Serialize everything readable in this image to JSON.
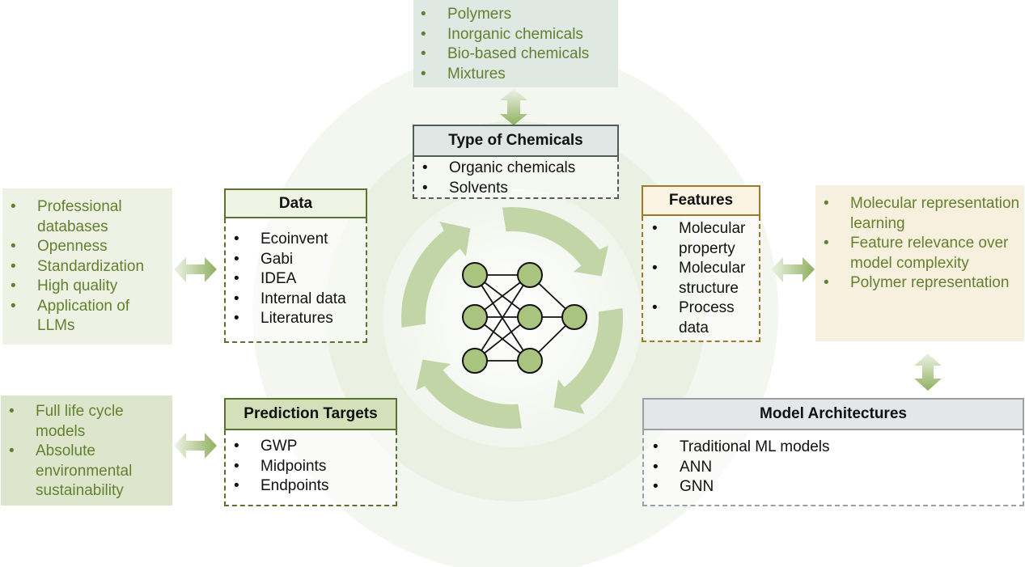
{
  "chemicals_ext": {
    "items": [
      "Polymers",
      "Inorganic chemicals",
      "Bio-based chemicals",
      "Mixtures"
    ]
  },
  "chemicals": {
    "title": "Type of Chemicals",
    "items": [
      "Organic chemicals",
      "Solvents"
    ]
  },
  "data_ext": {
    "items": [
      "Professional databases",
      "Openness",
      "Standardization",
      "High quality",
      "Application of LLMs"
    ]
  },
  "data": {
    "title": "Data",
    "items": [
      "Ecoinvent",
      "Gabi",
      "IDEA",
      "Internal data",
      "Literatures"
    ]
  },
  "targets_ext": {
    "items": [
      "Full life cycle models",
      "Absolute environmental sustainability"
    ]
  },
  "targets": {
    "title": "Prediction Targets",
    "items": [
      "GWP",
      "Midpoints",
      "Endpoints"
    ]
  },
  "features": {
    "title": "Features",
    "items": [
      "Molecular property",
      "Molecular structure",
      "Process data"
    ]
  },
  "features_ext": {
    "items": [
      "Molecular representation learning",
      "Feature relevance over model complexity",
      "Polymer representation"
    ]
  },
  "models": {
    "title": "Model Architectures",
    "items": [
      "Traditional ML models",
      "ANN",
      "GNN"
    ]
  },
  "colors": {
    "green_text": "#62812f",
    "node": "#a9c47e",
    "arrow": "#8fb060"
  }
}
